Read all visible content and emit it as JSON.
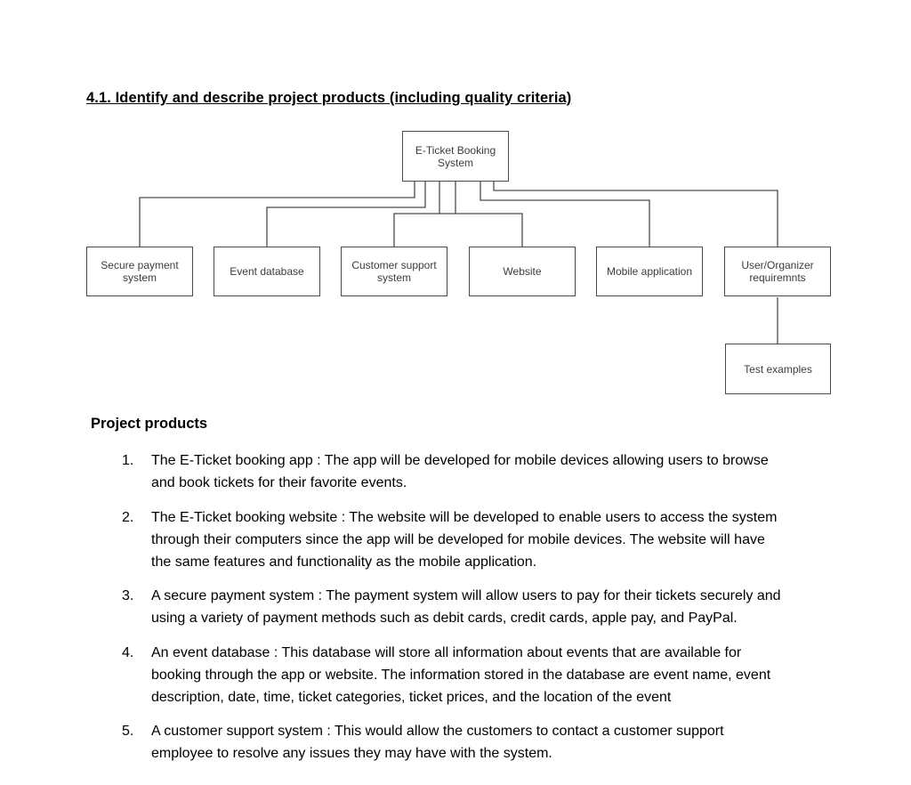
{
  "page": {
    "heading": "4.1. Identify and describe project products (including quality criteria)",
    "subheading": "Project products"
  },
  "diagram": {
    "type": "hierarchy-tree",
    "colors": {
      "box_border": "#4a4a4a",
      "box_text": "#3c3c3c",
      "connector": "#4a4a4a",
      "background": "#ffffff"
    },
    "nodes": {
      "root": {
        "label": "E-Ticket Booking System"
      },
      "secure_payment": {
        "label": "Secure payment system"
      },
      "event_database": {
        "label": "Event database"
      },
      "customer_support": {
        "label": "Customer support system"
      },
      "website": {
        "label": "Website"
      },
      "mobile_application": {
        "label": "Mobile application"
      },
      "user_organizer": {
        "label": "User/Organizer requiremnts"
      },
      "test_examples": {
        "label": "Test examples"
      }
    },
    "edges": [
      {
        "from": "root",
        "to": "secure_payment"
      },
      {
        "from": "root",
        "to": "event_database"
      },
      {
        "from": "root",
        "to": "customer_support"
      },
      {
        "from": "root",
        "to": "website"
      },
      {
        "from": "root",
        "to": "mobile_application"
      },
      {
        "from": "root",
        "to": "user_organizer"
      },
      {
        "from": "user_organizer",
        "to": "test_examples"
      }
    ]
  },
  "list": {
    "items": [
      {
        "num": "1.",
        "text": "The E-Ticket booking app : The app will be developed for mobile devices allowing users to browse and book tickets for their favorite events."
      },
      {
        "num": "2.",
        "text": "The E-Ticket booking website : The website will be developed to enable users to access the system through their computers since the app will be developed for mobile devices. The website will have the same features and functionality as the mobile application."
      },
      {
        "num": "3.",
        "text": "A secure payment system : The payment system will allow users to pay for their tickets securely and using a variety of payment methods such as debit cards, credit cards, apple pay, and PayPal."
      },
      {
        "num": "4.",
        "text": "An event database : This database will store all information about events that are available for booking through the app or website. The information stored in the database are event name, event description, date, time, ticket categories, ticket prices, and the location of the event"
      },
      {
        "num": "5.",
        "text": "A customer support system : This would allow the customers to contact a customer support employee to resolve any issues they may have with the system."
      }
    ]
  }
}
